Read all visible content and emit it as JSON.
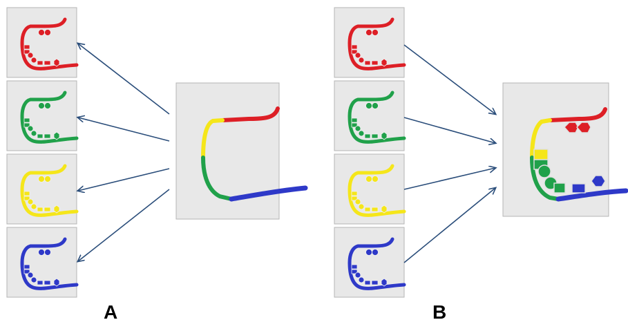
{
  "panels": [
    {
      "label": "A",
      "direction": "split"
    },
    {
      "label": "B",
      "direction": "merge"
    }
  ],
  "colors": {
    "red": "#dd1f26",
    "green": "#20a14a",
    "yellow": "#f5e61a",
    "blue": "#2e39c8",
    "arrow": "#2a4d7a",
    "tile_bg": "#e8e8e8",
    "tile_border": "#b5b5b5"
  },
  "segments_small": [
    "red",
    "green",
    "yellow",
    "blue"
  ],
  "large_tile_parts": [
    "red",
    "yellow",
    "green",
    "blue"
  ]
}
